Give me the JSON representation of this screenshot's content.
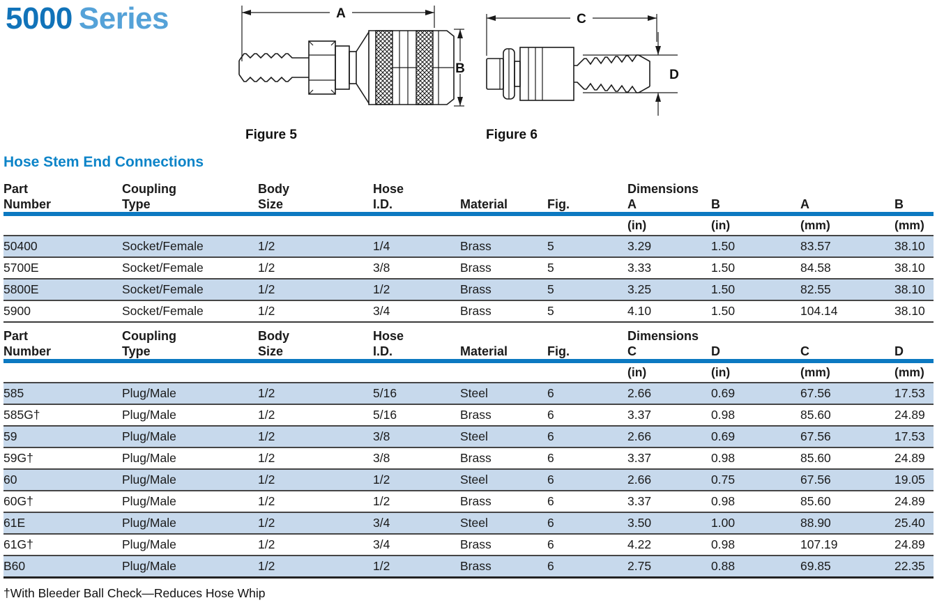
{
  "page": {
    "title_primary": "5000",
    "title_secondary": "Series",
    "section_title": "Hose Stem End Connections",
    "footnote": "†With Bleeder Ball Check—Reduces Hose Whip"
  },
  "colors": {
    "title_primary_blue": "#1173b9",
    "title_secondary_blue": "#55a2d8",
    "section_title_blue": "#0d84c8",
    "header_rule_blue": "#0c79c1",
    "row_shade_blue": "#c7d9ec",
    "text": "#1a1a1a"
  },
  "figures": [
    {
      "label": "Figure 5",
      "dim_h": "A",
      "dim_v": "B"
    },
    {
      "label": "Figure 6",
      "dim_h": "C",
      "dim_v": "D"
    }
  ],
  "tables": [
    {
      "columns": [
        {
          "l1": "Part",
          "l2": "Number"
        },
        {
          "l1": "Coupling",
          "l2": "Type"
        },
        {
          "l1": "Body",
          "l2": "Size"
        },
        {
          "l1": "Hose",
          "l2": "I.D."
        },
        {
          "l1": "",
          "l2": "Material"
        },
        {
          "l1": "",
          "l2": "Fig."
        },
        {
          "l1": "Dimensions",
          "l2": "A"
        },
        {
          "l1": "",
          "l2": "B"
        },
        {
          "l1": "",
          "l2": "A"
        },
        {
          "l1": "",
          "l2": "B"
        }
      ],
      "units": [
        "",
        "",
        "",
        "",
        "",
        "",
        "(in)",
        "(in)",
        "(mm)",
        "(mm)"
      ],
      "rows": [
        [
          "50400",
          "Socket/Female",
          "1/2",
          "1/4",
          "Brass",
          "5",
          "3.29",
          "1.50",
          "83.57",
          "38.10"
        ],
        [
          "5700E",
          "Socket/Female",
          "1/2",
          "3/8",
          "Brass",
          "5",
          "3.33",
          "1.50",
          "84.58",
          "38.10"
        ],
        [
          "5800E",
          "Socket/Female",
          "1/2",
          "1/2",
          "Brass",
          "5",
          "3.25",
          "1.50",
          "82.55",
          "38.10"
        ],
        [
          "5900",
          "Socket/Female",
          "1/2",
          "3/4",
          "Brass",
          "5",
          "4.10",
          "1.50",
          "104.14",
          "38.10"
        ]
      ]
    },
    {
      "columns": [
        {
          "l1": "Part",
          "l2": "Number"
        },
        {
          "l1": "Coupling",
          "l2": "Type"
        },
        {
          "l1": "Body",
          "l2": "Size"
        },
        {
          "l1": "Hose",
          "l2": "I.D."
        },
        {
          "l1": "",
          "l2": "Material"
        },
        {
          "l1": "",
          "l2": "Fig."
        },
        {
          "l1": "Dimensions",
          "l2": "C"
        },
        {
          "l1": "",
          "l2": "D"
        },
        {
          "l1": "",
          "l2": "C"
        },
        {
          "l1": "",
          "l2": "D"
        }
      ],
      "units": [
        "",
        "",
        "",
        "",
        "",
        "",
        "(in)",
        "(in)",
        "(mm)",
        "(mm)"
      ],
      "rows": [
        [
          "585",
          "Plug/Male",
          "1/2",
          "5/16",
          "Steel",
          "6",
          "2.66",
          "0.69",
          "67.56",
          "17.53"
        ],
        [
          "585G†",
          "Plug/Male",
          "1/2",
          "5/16",
          "Brass",
          "6",
          "3.37",
          "0.98",
          "85.60",
          "24.89"
        ],
        [
          "59",
          "Plug/Male",
          "1/2",
          "3/8",
          "Steel",
          "6",
          "2.66",
          "0.69",
          "67.56",
          "17.53"
        ],
        [
          "59G†",
          "Plug/Male",
          "1/2",
          "3/8",
          "Brass",
          "6",
          "3.37",
          "0.98",
          "85.60",
          "24.89"
        ],
        [
          "60",
          "Plug/Male",
          "1/2",
          "1/2",
          "Steel",
          "6",
          "2.66",
          "0.75",
          "67.56",
          "19.05"
        ],
        [
          "60G†",
          "Plug/Male",
          "1/2",
          "1/2",
          "Brass",
          "6",
          "3.37",
          "0.98",
          "85.60",
          "24.89"
        ],
        [
          "61E",
          "Plug/Male",
          "1/2",
          "3/4",
          "Steel",
          "6",
          "3.50",
          "1.00",
          "88.90",
          "25.40"
        ],
        [
          "61G†",
          "Plug/Male",
          "1/2",
          "3/4",
          "Brass",
          "6",
          "4.22",
          "0.98",
          "107.19",
          "24.89"
        ],
        [
          "B60",
          "Plug/Male",
          "1/2",
          "1/2",
          "Brass",
          "6",
          "2.75",
          "0.88",
          "69.85",
          "22.35"
        ]
      ]
    }
  ]
}
